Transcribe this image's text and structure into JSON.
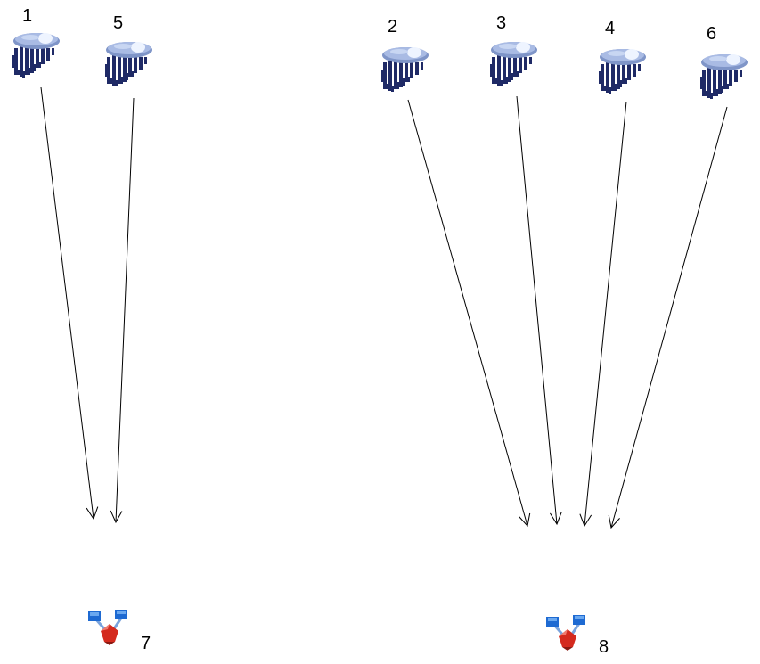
{
  "diagram": {
    "rain_nodes": [
      {
        "id": "1",
        "label": "1",
        "icon": "rain-cloud-icon",
        "target": "7"
      },
      {
        "id": "5",
        "label": "5",
        "icon": "rain-cloud-icon",
        "target": "7"
      },
      {
        "id": "2",
        "label": "2",
        "icon": "rain-cloud-icon",
        "target": "8"
      },
      {
        "id": "3",
        "label": "3",
        "icon": "rain-cloud-icon",
        "target": "8"
      },
      {
        "id": "4",
        "label": "4",
        "icon": "rain-cloud-icon",
        "target": "8"
      },
      {
        "id": "6",
        "label": "6",
        "icon": "rain-cloud-icon",
        "target": "8"
      }
    ],
    "junction_nodes": [
      {
        "id": "7",
        "label": "7",
        "icon": "network-junction-icon"
      },
      {
        "id": "8",
        "label": "8",
        "icon": "network-junction-icon"
      }
    ],
    "colors": {
      "cloud_body": "#9bb0dc",
      "cloud_highlight": "#e8f0ff",
      "rain": "#1f2a66",
      "junction_blue": "#1e6ad2",
      "junction_red": "#d42a1e",
      "arrow": "#000000"
    }
  }
}
